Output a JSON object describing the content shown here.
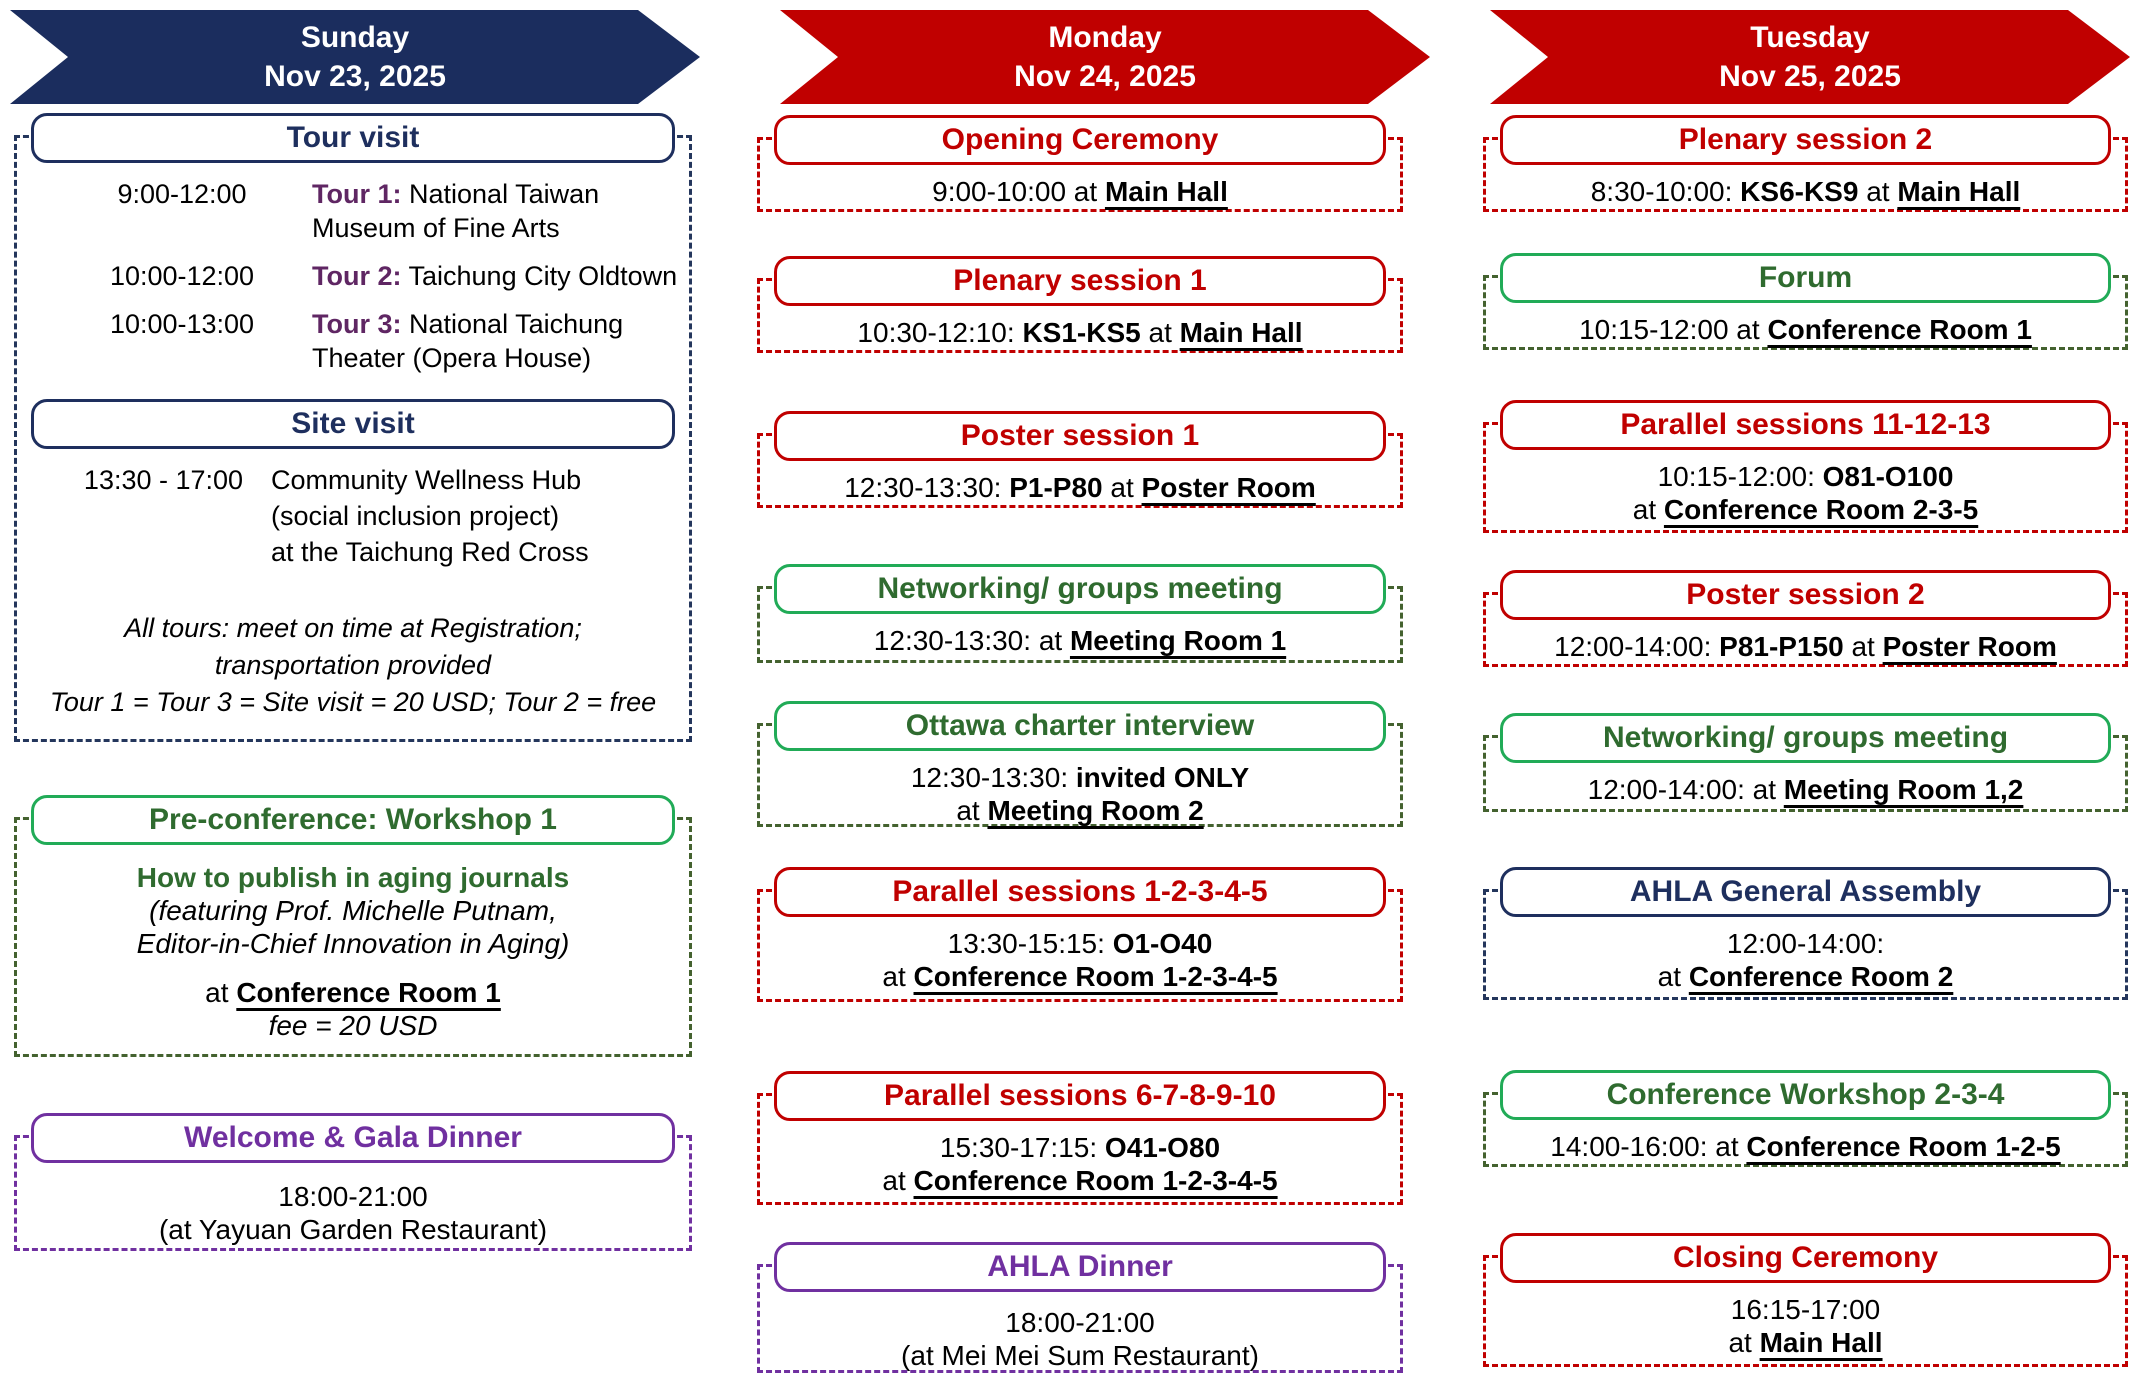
{
  "themes": {
    "red": {
      "border": "#c00000",
      "text": "#c00000",
      "dash": "#c00000"
    },
    "navy": {
      "border": "#1e2f5e",
      "text": "#1e2f5e",
      "dash": "#24365c"
    },
    "green": {
      "border": "#21ab57",
      "text": "#2f6b2f",
      "dash": "#44622f"
    },
    "purple": {
      "border": "#7030a0",
      "text": "#7030a0",
      "dash": "#7030a0"
    }
  },
  "accent_colors": {
    "tour_label_plum": "#5f2663",
    "banner_navy": "#1b2d5e",
    "banner_red": "#c00000"
  },
  "columns": [
    {
      "id": "sunday",
      "banner": {
        "day": "Sunday",
        "date": "Nov 23, 2025",
        "color": "#1b2d5e"
      },
      "sections": [
        {
          "type": "tour",
          "theme": "navy",
          "title": "Tour visit",
          "tours": [
            {
              "time": "9:00-12:00",
              "lines": [
                [
                  {
                    "t": "Tour 1:",
                    "b": 1,
                    "c": "plum"
                  },
                  {
                    "t": " National Taiwan"
                  }
                ],
                [
                  {
                    "t": "Museum of Fine Arts"
                  }
                ]
              ]
            },
            {
              "time": "10:00-12:00",
              "lines": [
                [
                  {
                    "t": "Tour 2:",
                    "b": 1,
                    "c": "plum"
                  },
                  {
                    "t": " Taichung City Oldtown"
                  }
                ]
              ]
            },
            {
              "time": "10:00-13:00",
              "lines": [
                [
                  {
                    "t": "Tour 3:",
                    "b": 1,
                    "c": "plum"
                  },
                  {
                    "t": " National Taichung"
                  }
                ],
                [
                  {
                    "t": "Theater (Opera House)"
                  }
                ]
              ]
            }
          ],
          "site_title": "Site visit",
          "site_time": "13:30 - 17:00",
          "site_lines": [
            "Community Wellness Hub",
            "(social inclusion project)",
            "at the Taichung Red Cross"
          ],
          "notes": [
            "All tours: meet on time at Registration;",
            "transportation provided",
            "Tour 1 = Tour 3 = Site visit = 20 USD; Tour 2 = free"
          ]
        },
        {
          "type": "event",
          "theme": "green",
          "title": "Pre-conference: Workshop 1",
          "lines": [
            [
              {
                "t": "How to publish in aging journals",
                "b": 1,
                "c": "green"
              }
            ],
            [
              {
                "t": "(featuring Prof. Michelle Putnam,",
                "i": 1
              }
            ],
            [
              {
                "t": "Editor-in-Chief Innovation in Aging)",
                "i": 1
              }
            ],
            [
              {
                "t": "at ",
                "g": 1
              },
              {
                "t": "Conference Room 1",
                "b": 1,
                "u": 1
              }
            ],
            [
              {
                "t": "fee = 20 USD",
                "i": 1
              }
            ]
          ]
        },
        {
          "type": "event",
          "theme": "purple",
          "title": "Welcome & Gala Dinner",
          "lines": [
            [
              {
                "t": "18:00-21:00"
              }
            ],
            [
              {
                "t": "(at Yayuan Garden Restaurant)"
              }
            ]
          ]
        }
      ]
    },
    {
      "id": "monday",
      "banner": {
        "day": "Monday",
        "date": "Nov 24, 2025",
        "color": "#c00000"
      },
      "sections": [
        {
          "type": "event",
          "theme": "red",
          "title": "Opening Ceremony",
          "lines": [
            [
              {
                "t": "9:00-10:00 at "
              },
              {
                "t": "Main Hall",
                "b": 1,
                "u": 1
              }
            ]
          ]
        },
        {
          "type": "event",
          "theme": "red",
          "title": "Plenary session 1",
          "lines": [
            [
              {
                "t": "10:30-12:10: "
              },
              {
                "t": "KS1-KS5",
                "b": 1
              },
              {
                "t": " at "
              },
              {
                "t": "Main Hall",
                "b": 1,
                "u": 1
              }
            ]
          ]
        },
        {
          "type": "event",
          "theme": "red",
          "title": "Poster session 1",
          "lines": [
            [
              {
                "t": "12:30-13:30: "
              },
              {
                "t": "P1-P80",
                "b": 1
              },
              {
                "t": " at "
              },
              {
                "t": "Poster Room",
                "b": 1,
                "u": 1
              }
            ]
          ]
        },
        {
          "type": "event",
          "theme": "green",
          "title": "Networking/ groups meeting",
          "lines": [
            [
              {
                "t": "12:30-13:30: at "
              },
              {
                "t": "Meeting Room 1",
                "b": 1,
                "u": 1
              }
            ]
          ]
        },
        {
          "type": "event",
          "theme": "green",
          "title": "Ottawa charter interview",
          "lines": [
            [
              {
                "t": "12:30-13:30: "
              },
              {
                "t": "invited ONLY",
                "b": 1
              }
            ],
            [
              {
                "t": "at "
              },
              {
                "t": "Meeting Room 2",
                "b": 1,
                "u": 1
              }
            ]
          ]
        },
        {
          "type": "event",
          "theme": "red",
          "title": "Parallel sessions 1-2-3-4-5",
          "lines": [
            [
              {
                "t": "13:30-15:15: "
              },
              {
                "t": "O1-O40",
                "b": 1
              }
            ],
            [
              {
                "t": "at "
              },
              {
                "t": "Conference Room 1-2-3-4-5",
                "b": 1,
                "u": 1
              }
            ]
          ]
        },
        {
          "type": "event",
          "theme": "red",
          "title": "Parallel sessions 6-7-8-9-10",
          "lines": [
            [
              {
                "t": "15:30-17:15: "
              },
              {
                "t": "O41-O80",
                "b": 1
              }
            ],
            [
              {
                "t": "at "
              },
              {
                "t": "Conference Room 1-2-3-4-5",
                "b": 1,
                "u": 1
              }
            ]
          ]
        },
        {
          "type": "event",
          "theme": "purple",
          "title": "AHLA Dinner",
          "lines": [
            [
              {
                "t": "18:00-21:00"
              }
            ],
            [
              {
                "t": "(at Mei Mei Sum Restaurant)"
              }
            ]
          ]
        }
      ]
    },
    {
      "id": "tuesday",
      "banner": {
        "day": "Tuesday",
        "date": "Nov 25, 2025",
        "color": "#c00000"
      },
      "sections": [
        {
          "type": "event",
          "theme": "red",
          "title": "Plenary session 2",
          "lines": [
            [
              {
                "t": "8:30-10:00: "
              },
              {
                "t": "KS6-KS9",
                "b": 1
              },
              {
                "t": " at "
              },
              {
                "t": "Main Hall",
                "b": 1,
                "u": 1
              }
            ]
          ]
        },
        {
          "type": "event",
          "theme": "green",
          "title": "Forum",
          "lines": [
            [
              {
                "t": "10:15-12:00 at "
              },
              {
                "t": "Conference Room 1",
                "b": 1,
                "u": 1
              }
            ]
          ]
        },
        {
          "type": "event",
          "theme": "red",
          "title": "Parallel sessions 11-12-13",
          "lines": [
            [
              {
                "t": "10:15-12:00: "
              },
              {
                "t": "O81-O100",
                "b": 1
              }
            ],
            [
              {
                "t": "at "
              },
              {
                "t": "Conference Room 2-3-5",
                "b": 1,
                "u": 1
              }
            ]
          ]
        },
        {
          "type": "event",
          "theme": "red",
          "title": "Poster session 2",
          "lines": [
            [
              {
                "t": "12:00-14:00: "
              },
              {
                "t": "P81-P150",
                "b": 1
              },
              {
                "t": " at "
              },
              {
                "t": "Poster Room",
                "b": 1,
                "u": 1
              }
            ]
          ]
        },
        {
          "type": "event",
          "theme": "green",
          "title": "Networking/ groups meeting",
          "lines": [
            [
              {
                "t": "12:00-14:00: at "
              },
              {
                "t": "Meeting Room 1,2",
                "b": 1,
                "u": 1
              }
            ]
          ]
        },
        {
          "type": "event",
          "theme": "navy",
          "title": "AHLA General Assembly",
          "lines": [
            [
              {
                "t": "12:00-14:00:"
              }
            ],
            [
              {
                "t": "at "
              },
              {
                "t": "Conference Room 2",
                "b": 1,
                "u": 1
              }
            ]
          ]
        },
        {
          "type": "event",
          "theme": "green",
          "title": "Conference Workshop 2-3-4",
          "lines": [
            [
              {
                "t": "14:00-16:00: at "
              },
              {
                "t": "Conference Room 1-2-5",
                "b": 1,
                "u": 1
              }
            ]
          ]
        },
        {
          "type": "event",
          "theme": "red",
          "title": "Closing Ceremony",
          "lines": [
            [
              {
                "t": "16:15-17:00"
              }
            ],
            [
              {
                "t": "at "
              },
              {
                "t": "Main Hall",
                "b": 1,
                "u": 1
              }
            ]
          ]
        }
      ]
    }
  ]
}
